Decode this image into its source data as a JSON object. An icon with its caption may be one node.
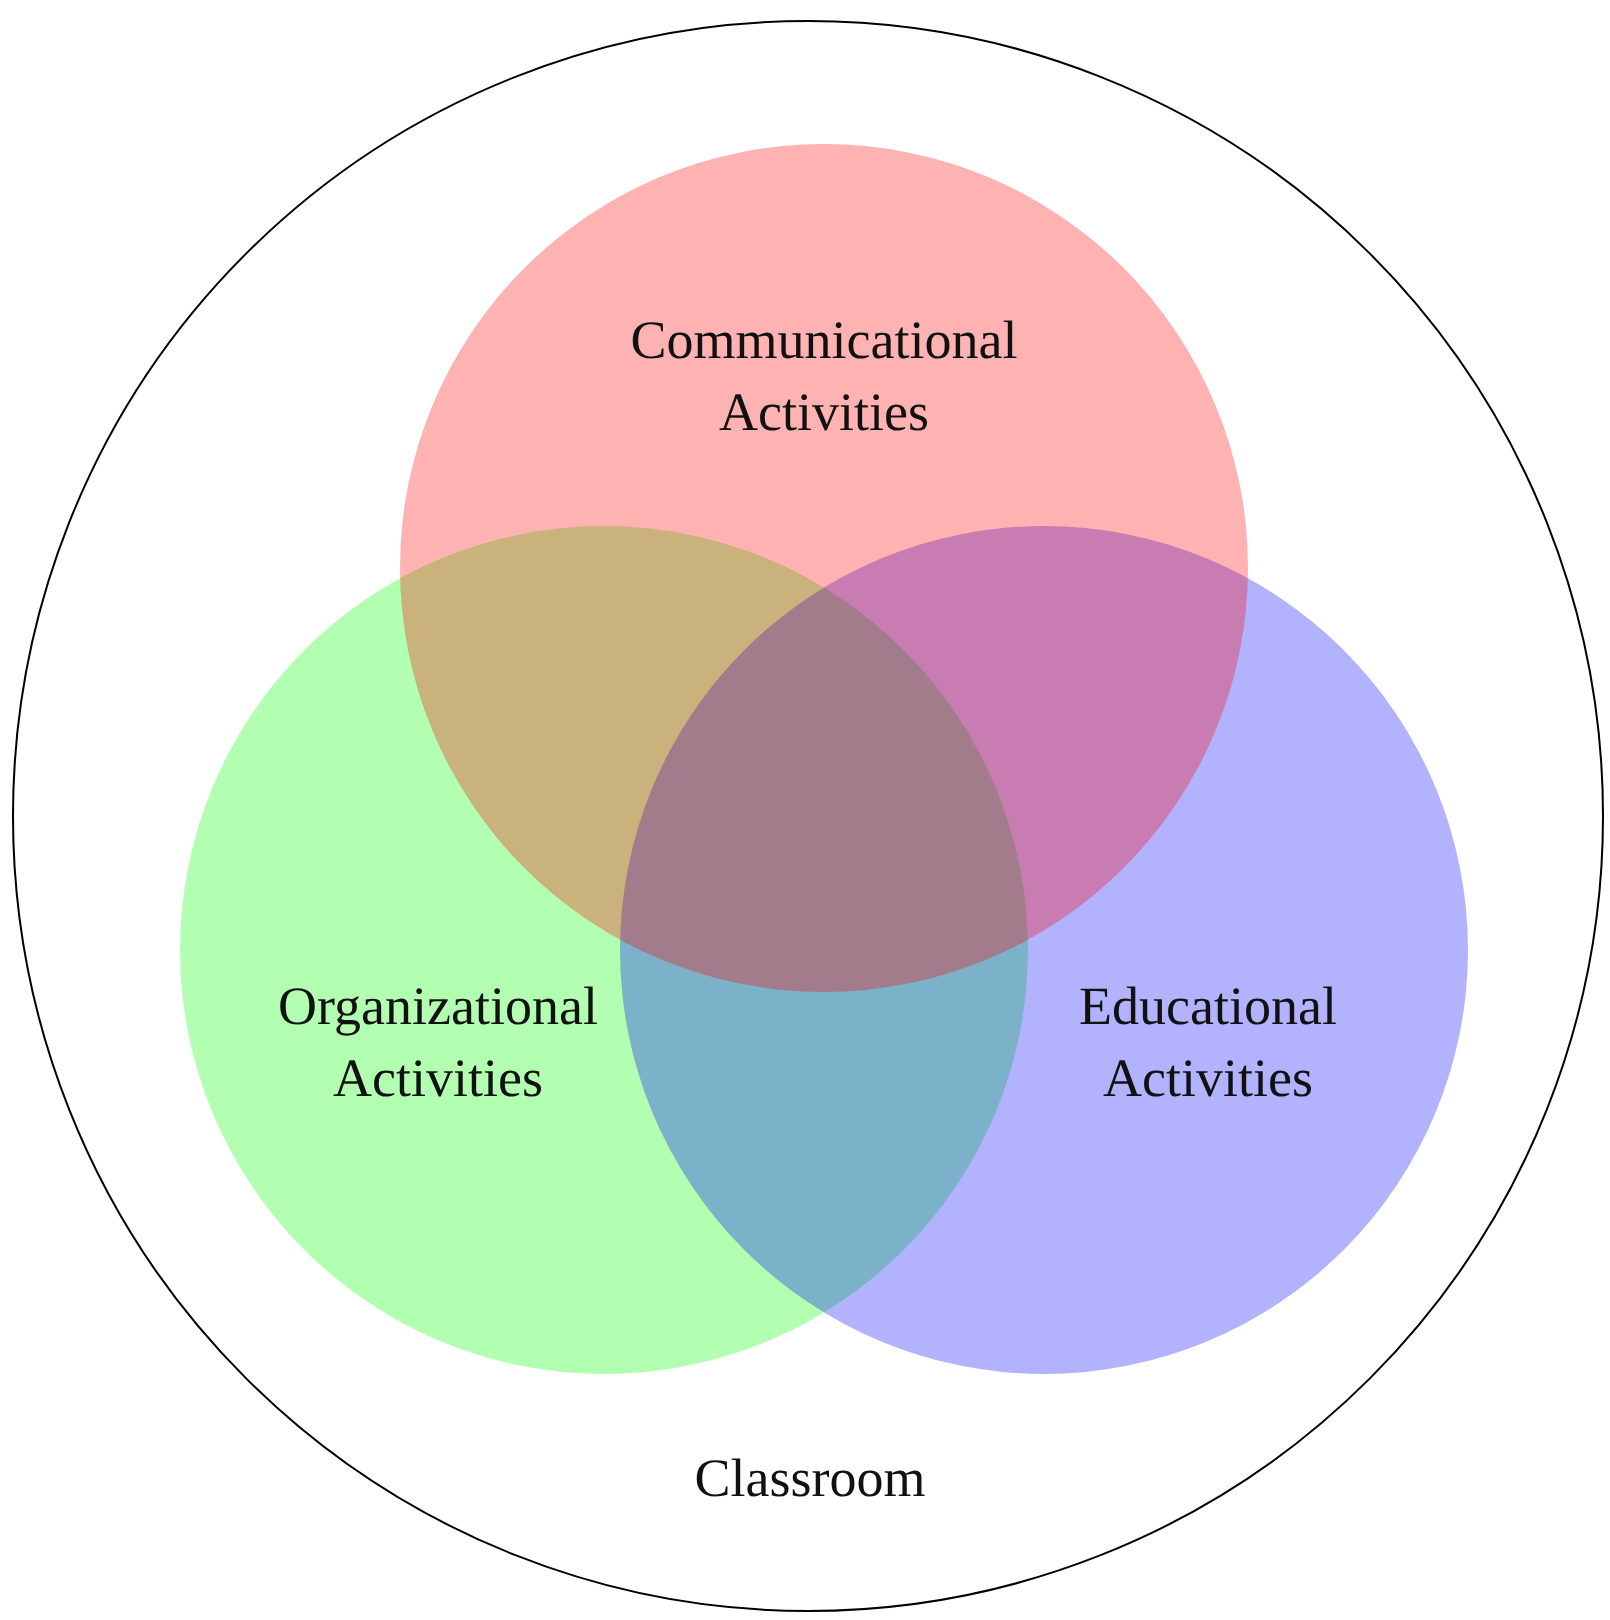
{
  "diagram": {
    "nodes": [
      {
        "text": [
          "Classroom"
        ]
      },
      {
        "text": [
          "Communicational Activities"
        ],
        "in": 0
      },
      {
        "text": [
          "Organizational Activities"
        ],
        "in": 0
      },
      {
        "text": [
          "Educational Activities"
        ],
        "in": 0
      }
    ],
    "edges": []
  }
}
